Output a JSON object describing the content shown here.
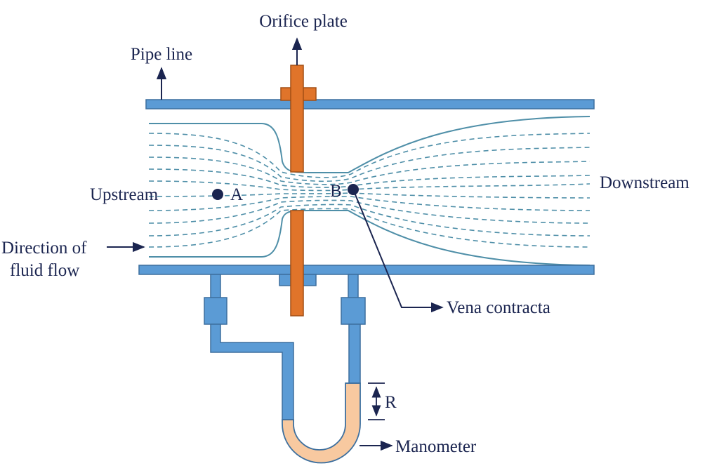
{
  "labels": {
    "orifice_plate": "Orifice plate",
    "pipe_line": "Pipe line",
    "upstream": "Upstream",
    "downstream": "Downstream",
    "point_a": "A",
    "point_b": "B",
    "direction_line1": "Direction of",
    "direction_line2": "fluid flow",
    "vena_contracta": "Vena contracta",
    "reading": "R",
    "manometer": "Manometer"
  },
  "colors": {
    "pipe": "#5b9bd5",
    "pipe_edge": "#3d6f9e",
    "orifice": "#e0742a",
    "orifice_edge": "#a24f15",
    "streamline": "#4f8fa8",
    "manometer_fluid": "#f8c9a0",
    "text": "#1b2550"
  }
}
